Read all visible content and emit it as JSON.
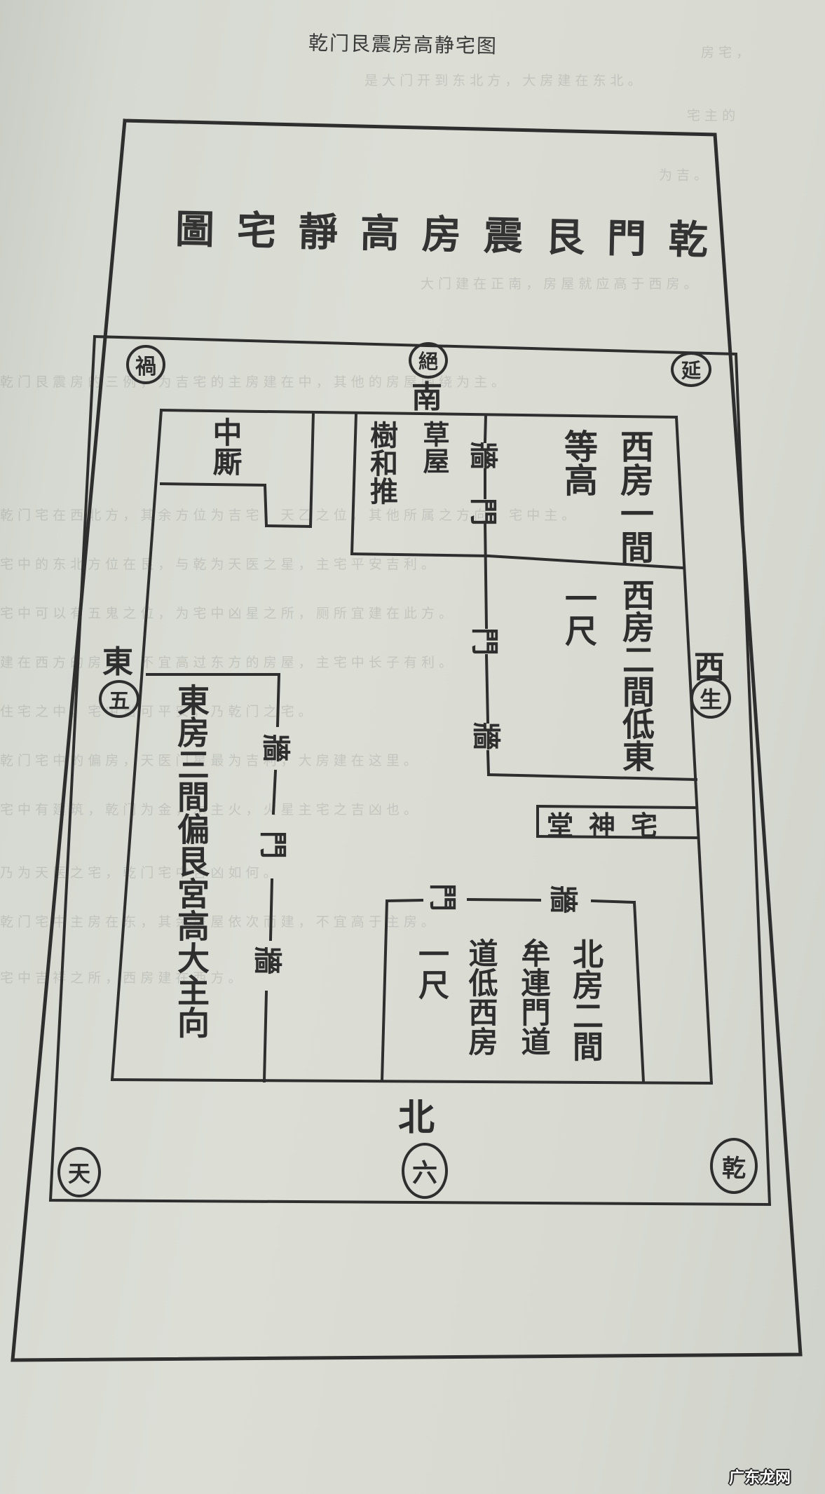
{
  "page": {
    "header": "乾门艮震房高静宅图",
    "background_color": "#d8dad2",
    "ink_color": "#2e2e2e"
  },
  "diagram": {
    "title_chars_right_to_left": [
      "乾",
      "門",
      "艮",
      "震",
      "房",
      "高",
      "靜",
      "宅",
      "圖"
    ],
    "title_display_left_to_right": [
      "圖",
      "宅",
      "靜",
      "高",
      "房",
      "震",
      "艮",
      "門",
      "乾"
    ],
    "corner_circles": {
      "top_left": "禍",
      "top_center": "絕",
      "top_right": "延",
      "left_middle": "五",
      "right_middle": "生",
      "bottom_left": "天",
      "bottom_center": "六",
      "bottom_right": "乾"
    },
    "directions": {
      "south": "南",
      "north": "北",
      "east": "東",
      "west": "西"
    },
    "rooms": {
      "latrine": "中厮",
      "thatched_hut": "草屋",
      "tree_note": "樹和推",
      "west_room_1": "西房一間",
      "west_room_1_note": "等高",
      "west_room_2": "西房二間低東",
      "west_room_2_note": "一尺",
      "shrine": "宅神堂",
      "east_room": "東房三間偏艮宮高大主向",
      "north_room_col1": "北房二間",
      "north_room_col2": "牟連門道",
      "north_room_col3": "道低西房",
      "north_room_col4": "一尺"
    },
    "door_markers": {
      "center_wall": [
        "牆",
        "門",
        "門",
        "牆"
      ],
      "east_wall": [
        "牆",
        "門",
        "牆"
      ],
      "north_room_top": [
        "門",
        "牆"
      ]
    }
  },
  "watermark": "广东龙网"
}
